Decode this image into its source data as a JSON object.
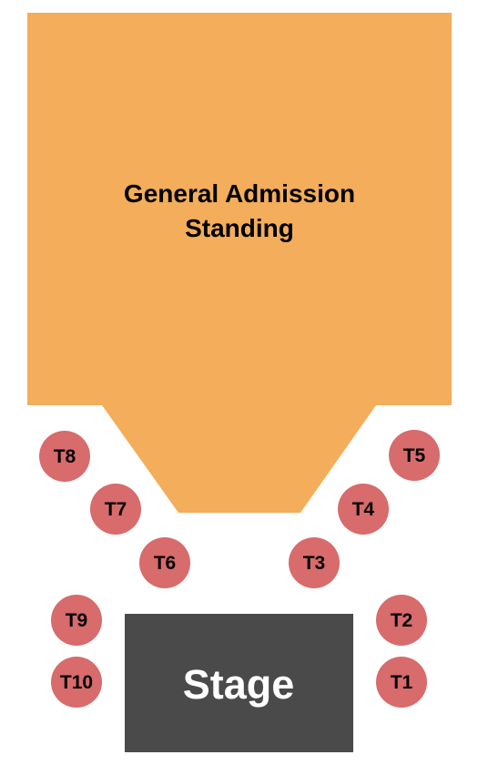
{
  "general_admission": {
    "line1": "General Admission",
    "line2": "Standing",
    "color": "#F4AD5A"
  },
  "stage": {
    "label": "Stage",
    "color": "#4A4A4A"
  },
  "tables": {
    "color": "#D86B6B",
    "items": [
      {
        "id": "t8",
        "label": "T8"
      },
      {
        "id": "t7",
        "label": "T7"
      },
      {
        "id": "t6",
        "label": "T6"
      },
      {
        "id": "t9",
        "label": "T9"
      },
      {
        "id": "t10",
        "label": "T10"
      },
      {
        "id": "t5",
        "label": "T5"
      },
      {
        "id": "t4",
        "label": "T4"
      },
      {
        "id": "t3",
        "label": "T3"
      },
      {
        "id": "t2",
        "label": "T2"
      },
      {
        "id": "t1",
        "label": "T1"
      }
    ]
  }
}
